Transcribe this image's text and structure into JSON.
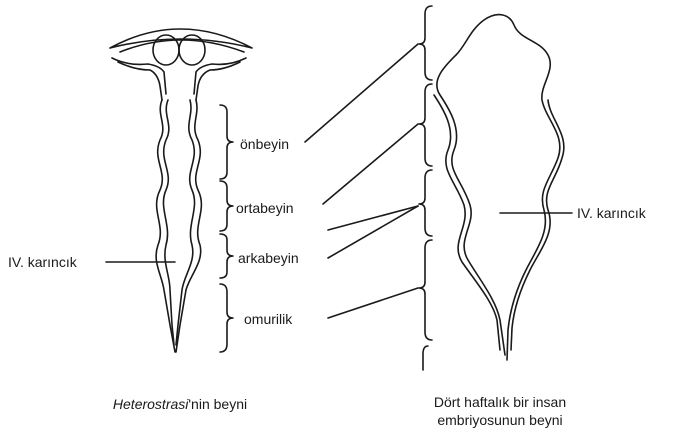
{
  "labels": {
    "onbeyin": "önbeyin",
    "ortabeyin": "ortabeyin",
    "arkabeyin": "arkabeyin",
    "omurilik": "omurilik",
    "left_ventricle": "IV. karıncık",
    "right_ventricle": "IV. karıncık"
  },
  "captions": {
    "left_italic": "Heterostrasi",
    "left_rest": "'nin beyni",
    "right_line1": "Dört haftalık bir insan",
    "right_line2": "embriyosunun beyni"
  },
  "colors": {
    "ink": "#1a1a1a",
    "background": "#ffffff"
  }
}
